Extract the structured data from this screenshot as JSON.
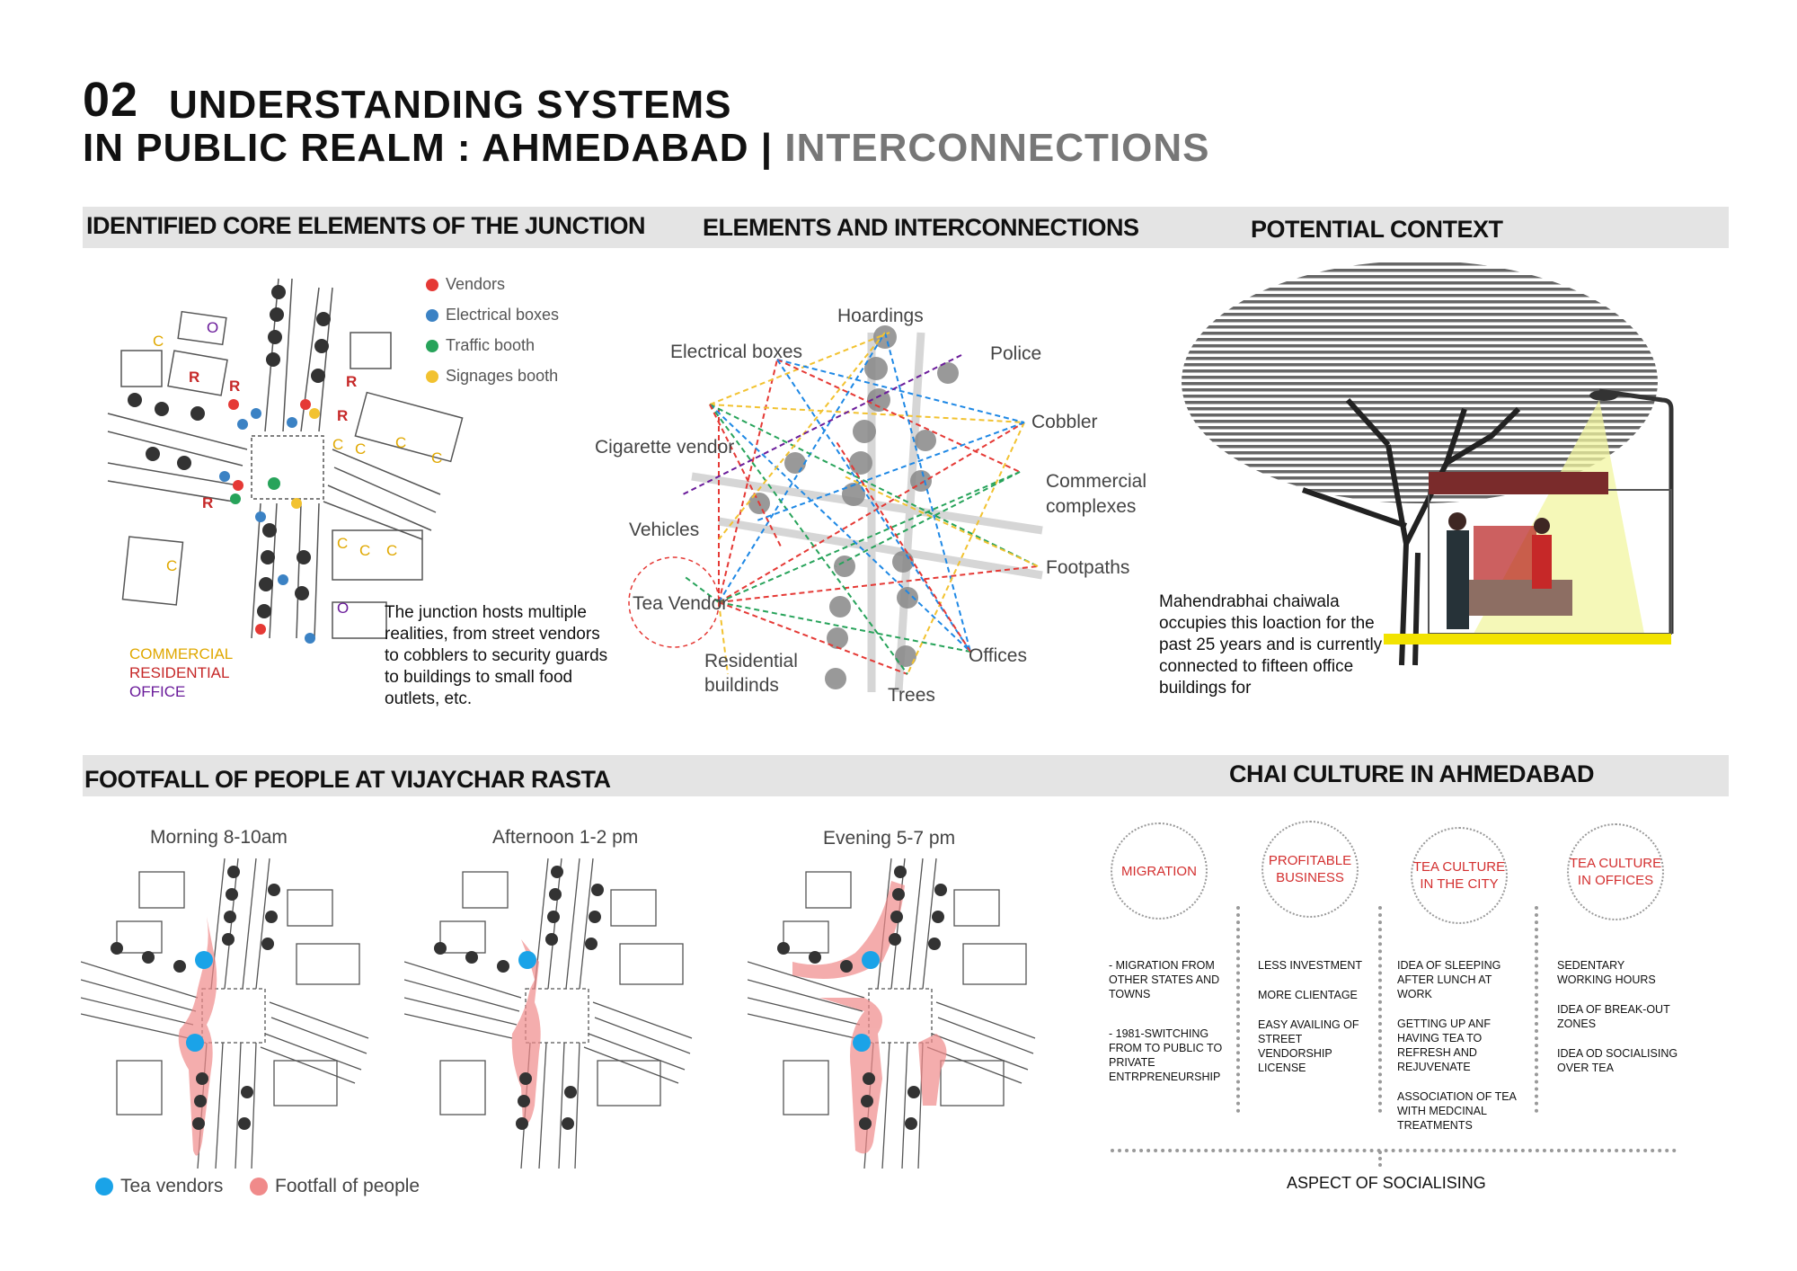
{
  "title": {
    "number": "02",
    "line1": "UNDERSTANDING SYSTEMS",
    "line2": "IN PUBLIC REALM : AHMEDABAD",
    "separator": "|",
    "line2_suffix": "INTERCONNECTIONS"
  },
  "sections": {
    "core_elements": "IDENTIFIED CORE ELEMENTS OF THE JUNCTION",
    "interconnections": "ELEMENTS AND INTERCONNECTIONS",
    "potential_context": "POTENTIAL CONTEXT",
    "footfall": "FOOTFALL OF PEOPLE AT VIJAYCHAR RASTA",
    "chai_culture": "CHAI CULTURE IN AHMEDABAD"
  },
  "core_legend": [
    {
      "label": "Vendors",
      "color": "#e53935"
    },
    {
      "label": "Electrical boxes",
      "color": "#3b82c4"
    },
    {
      "label": "Traffic booth",
      "color": "#27a35a"
    },
    {
      "label": "Signages booth",
      "color": "#f2c230"
    }
  ],
  "zone_legend": [
    {
      "label": "COMMERCIAL",
      "color": "#e0a800"
    },
    {
      "label": "RESIDENTIAL",
      "color": "#c62828"
    },
    {
      "label": "OFFICE",
      "color": "#6a1b9a"
    }
  ],
  "map_markers": {
    "commercial": "C",
    "residential": "R",
    "office": "O"
  },
  "junction_text": "The junction hosts multiple realities, from street vendors to cobblers to security guards to buildings to small food outlets, etc.",
  "network_nodes": {
    "hoardings": "Hoardings",
    "electrical_boxes": "Electrical boxes",
    "police": "Police",
    "cigarette_vendor": "Cigarette vendor",
    "cobbler": "Cobbler",
    "commercial_complexes_1": "Commercial",
    "commercial_complexes_2": "complexes",
    "vehicles": "Vehicles",
    "footpaths": "Footpaths",
    "tea_vendor": "Tea Vendor",
    "residential_1": "Residential",
    "residential_2": "buildinds",
    "offices": "Offices",
    "trees": "Trees"
  },
  "context_text": "Mahendrabhai chaiwala occupies this loaction for the past 25 years and is currently connected to fifteen office buildings for",
  "footfall_maps": [
    {
      "label": "Morning 8-10am"
    },
    {
      "label": "Afternoon 1-2 pm"
    },
    {
      "label": "Evening 5-7 pm"
    }
  ],
  "footfall_legend": [
    {
      "label": "Tea vendors",
      "color": "#1aa3e8"
    },
    {
      "label": "Footfall of people",
      "color": "#f08a8a"
    }
  ],
  "chai_columns": [
    {
      "title": "MIGRATION",
      "items": [
        "- MIGRATION FROM OTHER STATES AND TOWNS",
        "- 1981-SWITCHING FROM TO PUBLIC TO PRIVATE ENTRPRENEURSHIP"
      ]
    },
    {
      "title": "PROFITABLE BUSINESS",
      "items": [
        "LESS INVESTMENT",
        "MORE CLIENTAGE",
        "EASY AVAILING OF STREET VENDORSHIP LICENSE"
      ]
    },
    {
      "title": "TEA CULTURE IN THE CITY",
      "items": [
        "IDEA OF SLEEPING AFTER LUNCH AT WORK",
        "GETTING UP ANF HAVING TEA TO REFRESH AND REJUVENATE",
        "ASSOCIATION OF TEA WITH MEDCINAL TREATMENTS"
      ]
    },
    {
      "title": "TEA CULTURE IN OFFICES",
      "items": [
        "SEDENTARY WORKING HOURS",
        "IDEA OF BREAK-OUT ZONES",
        "IDEA OD SOCIALISING OVER TEA"
      ]
    }
  ],
  "chai_footer": "ASPECT OF SOCIALISING"
}
